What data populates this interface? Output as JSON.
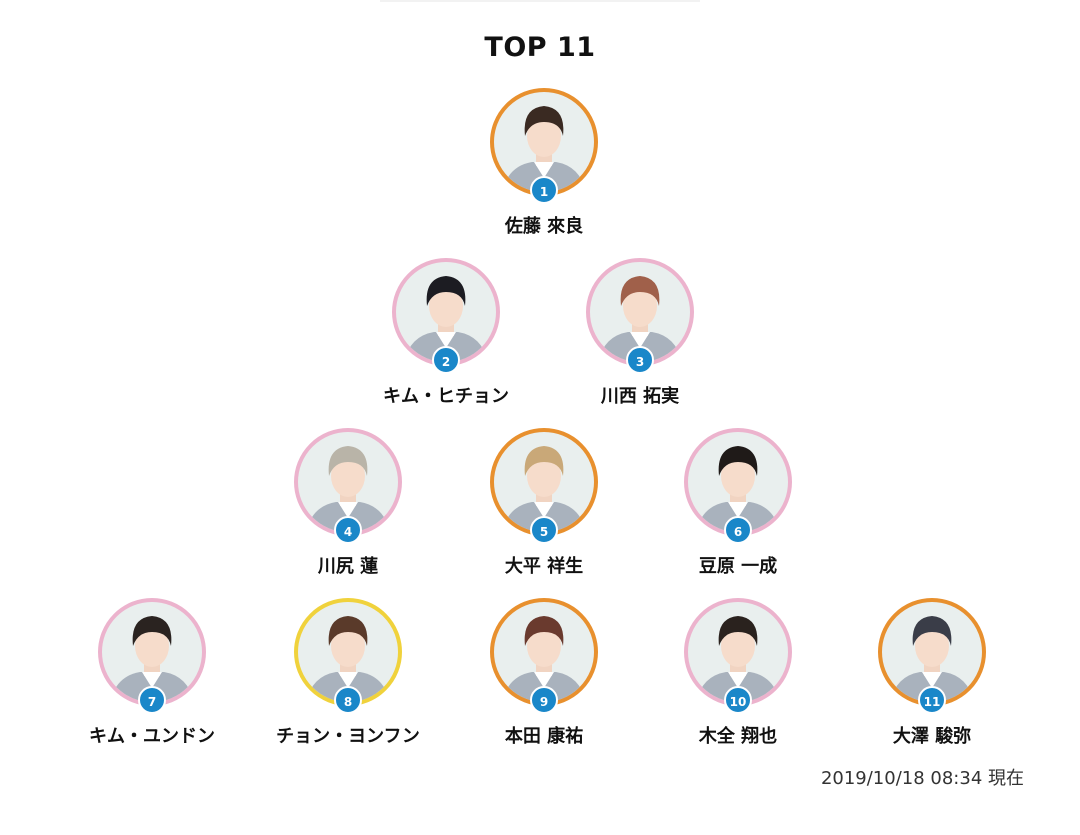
{
  "title": "TOP 11",
  "timestamp": "2019/10/18 08:34 現在",
  "colors": {
    "badge": "#1a87c9",
    "ring_orange": "#e8902e",
    "ring_pink": "#ecb3cd",
    "ring_yellow": "#f0d23c",
    "avatar_bg": "#e9efee",
    "jacket": "#a9b2bd"
  },
  "members": [
    {
      "rank": "1",
      "name": "佐藤 來良",
      "ring": "orange"
    },
    {
      "rank": "2",
      "name": "キム・ヒチョン",
      "ring": "pink"
    },
    {
      "rank": "3",
      "name": "川西 拓実",
      "ring": "pink"
    },
    {
      "rank": "4",
      "name": "川尻 蓮",
      "ring": "pink"
    },
    {
      "rank": "5",
      "name": "大平 祥生",
      "ring": "orange"
    },
    {
      "rank": "6",
      "name": "豆原 一成",
      "ring": "pink"
    },
    {
      "rank": "7",
      "name": "キム・ユンドン",
      "ring": "pink"
    },
    {
      "rank": "8",
      "name": "チョン・ヨンフン",
      "ring": "yellow"
    },
    {
      "rank": "9",
      "name": "本田 康祐",
      "ring": "orange"
    },
    {
      "rank": "10",
      "name": "木全 翔也",
      "ring": "pink"
    },
    {
      "rank": "11",
      "name": "大澤 駿弥",
      "ring": "orange"
    }
  ]
}
